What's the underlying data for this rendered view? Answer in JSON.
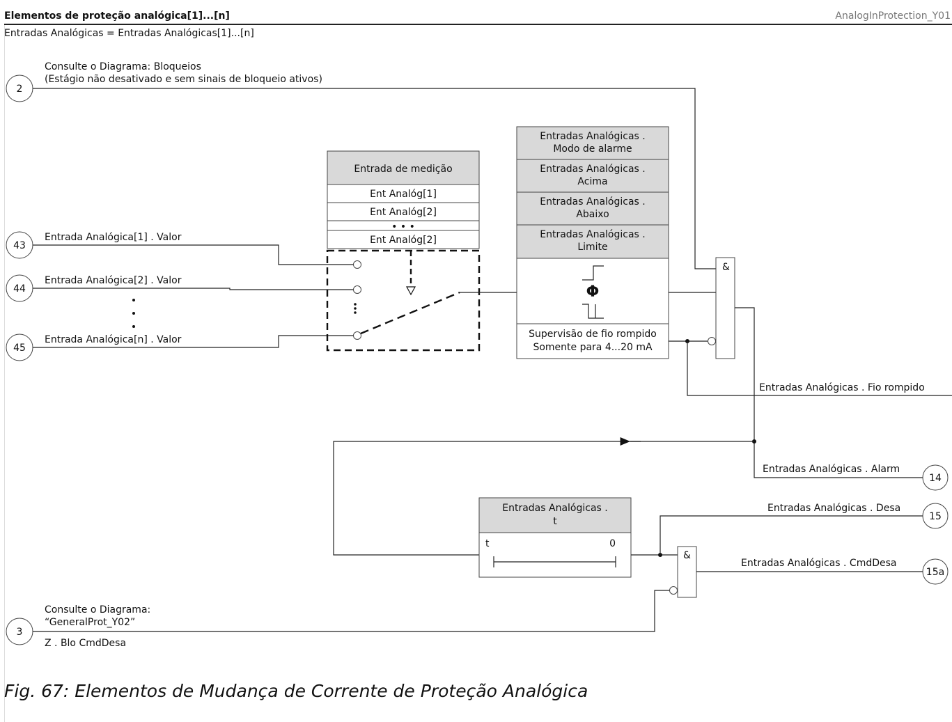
{
  "header": {
    "title": "Elementos de proteção analógica[1]...[n]",
    "code": "AnalogInProtection_Y01",
    "subtitle": "Entradas Analógicas = Entradas Analógicas[1]...[n]"
  },
  "inputs": {
    "blocking": {
      "number": "2",
      "line1": "Consulte o Diagrama: Bloqueios",
      "line2": "(Estágio não desativado e sem sinais de bloqueio ativos)"
    },
    "ai1": {
      "number": "43",
      "label": "Entrada Analógica[1] . Valor"
    },
    "ai2": {
      "number": "44",
      "label": "Entrada Analógica[2] . Valor"
    },
    "ain": {
      "number": "45",
      "label": "Entrada Analógica[n] . Valor"
    },
    "blo_trip": {
      "number": "3",
      "line1": "Consulte o Diagrama:",
      "line2": "“GeneralProt_Y02”",
      "line3": "Z . Blo CmdDesa"
    }
  },
  "measurement": {
    "header": "Entrada de medição",
    "rows": [
      "Ent Analóg[1]",
      "Ent Analóg[2]",
      "• • •",
      "Ent Analóg[2]"
    ]
  },
  "settings": {
    "rows": [
      [
        "Entradas Analógicas .",
        "Modo de alarme"
      ],
      [
        "Entradas Analógicas .",
        "Acima"
      ],
      [
        "Entradas Analógicas .",
        "Abaixo"
      ],
      [
        "Entradas Analógicas .",
        "Limite"
      ]
    ],
    "phi": "Φ",
    "wire_break_1": "Supervisão de fio rompido",
    "wire_break_2": "Somente para 4...20 mA"
  },
  "and_gate_symbol": "&",
  "timer": {
    "header_1": "Entradas Analógicas .",
    "header_2": "t",
    "t_label": "t",
    "zero_label": "0"
  },
  "outputs": {
    "wire_broken": {
      "label": "Entradas Analógicas . Fio rompido"
    },
    "alarm": {
      "number": "14",
      "label": "Entradas Analógicas . Alarm"
    },
    "trip": {
      "number": "15",
      "label": "Entradas Analógicas . Desa"
    },
    "trip_cmd": {
      "number": "15a",
      "label": "Entradas Analógicas . CmdDesa"
    }
  },
  "caption": "Fig. 67: Elementos de Mudança de Corrente de Proteção Analógica"
}
